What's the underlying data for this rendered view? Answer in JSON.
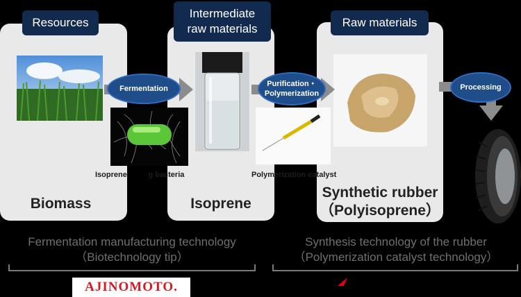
{
  "tags": {
    "resources": "Resources",
    "intermediate_1": "Intermediate",
    "intermediate_2": "raw materials",
    "raw_materials": "Raw materials"
  },
  "processes": {
    "fermentation": "Fermentation",
    "purification_1": "Purification・",
    "purification_2": "Polymerization",
    "processing": "Processing"
  },
  "stages": {
    "biomass": "Biomass",
    "isoprene": "Isoprene",
    "synthetic_rubber_1": "Synthetic rubber",
    "synthetic_rubber_2": "（Polyisoprene）"
  },
  "captions": {
    "bacteria": "Isoprene          g bacteria",
    "catalyst": "Polymerization catalyst"
  },
  "technologies": {
    "fermentation_1": "Fermentation manufacturing technology",
    "fermentation_2": "（Biotechnology tip）",
    "synthesis_1": "Synthesis technology of the rubber",
    "synthesis_2": "（Polymerization catalyst technology）"
  },
  "logos": {
    "ajinomoto": "AJINOMOTO."
  },
  "colors": {
    "tag_bg": "#132a4f",
    "oval_bg": "#1f4d8a",
    "panel_bg": "#e9e9e9",
    "arrow": "#8c8c8c"
  }
}
